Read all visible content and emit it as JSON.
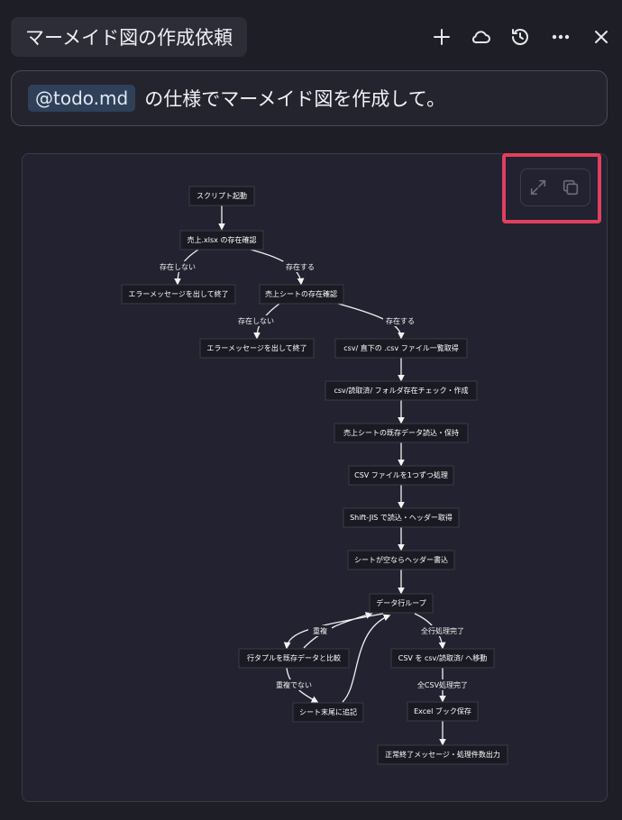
{
  "header": {
    "title": "マーメイド図の作成依頼",
    "icons": [
      "plus-icon",
      "cloud-icon",
      "history-icon",
      "more-icon",
      "close-icon"
    ]
  },
  "prompt": {
    "mention": "@todo.md",
    "text": "の仕様でマーメイド図を作成して。"
  },
  "diagram_toolbar": {
    "expand_icon": "expand-icon",
    "copy_icon": "copy-icon",
    "highlight_color": "#e0405e"
  },
  "flowchart": {
    "nodes": [
      {
        "id": "start",
        "label": "スクリプト起動"
      },
      {
        "id": "check_file",
        "label": "売上.xlsx の存在確認"
      },
      {
        "id": "err1",
        "label": "エラーメッセージを出して終了"
      },
      {
        "id": "check_sheet",
        "label": "売上シートの存在確認"
      },
      {
        "id": "err2",
        "label": "エラーメッセージを出して終了"
      },
      {
        "id": "list_csv",
        "label": "csv/ 直下の .csv ファイル一覧取得"
      },
      {
        "id": "folder_check",
        "label": "csv/読取済/ フォルダ存在チェック・作成"
      },
      {
        "id": "read_existing",
        "label": "売上シートの既存データ読込・保持"
      },
      {
        "id": "each_csv",
        "label": "CSV ファイルを1つずつ処理"
      },
      {
        "id": "read_sjis",
        "label": "Shift-JIS で読込・ヘッダー取得"
      },
      {
        "id": "write_header",
        "label": "シートが空ならヘッダー書込"
      },
      {
        "id": "row_loop",
        "label": "データ行ループ"
      },
      {
        "id": "compare",
        "label": "行タプルを既存データと比較"
      },
      {
        "id": "append",
        "label": "シート末尾に追記"
      },
      {
        "id": "move_csv",
        "label": "CSV を csv/読取済/ へ移動"
      },
      {
        "id": "save_book",
        "label": "Excel ブック保存"
      },
      {
        "id": "finish",
        "label": "正常終了メッセージ・処理件数出力"
      }
    ],
    "edge_labels": {
      "not_exist_1": "存在しない",
      "exist_1": "存在する",
      "not_exist_2": "存在しない",
      "exist_2": "存在する",
      "duplicate": "重複",
      "not_duplicate": "重複でない",
      "all_rows_done": "全行処理完了",
      "all_csv_done": "全CSV処理完了"
    }
  }
}
